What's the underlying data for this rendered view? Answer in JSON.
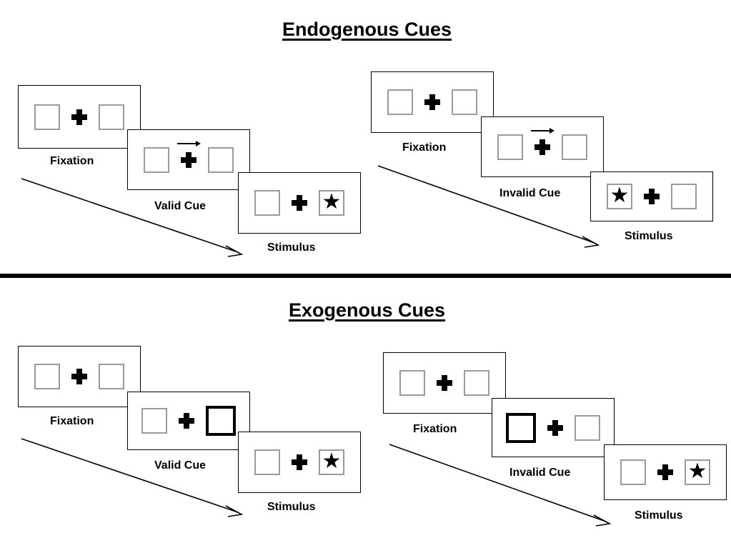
{
  "sections": [
    {
      "id": "endogenous",
      "title": "Endogenous Cues",
      "conditions": [
        {
          "id": "endogenous-valid",
          "cue_type": "arrow",
          "frames": [
            {
              "label": "Fixation",
              "left_content": "empty",
              "right_content": "empty",
              "cue": "none",
              "arrow_direction": ""
            },
            {
              "label": "Valid Cue",
              "left_content": "empty",
              "right_content": "empty",
              "cue": "arrow-right",
              "arrow_direction": "right"
            },
            {
              "label": "Stimulus",
              "left_content": "empty",
              "right_content": "star",
              "cue": "none",
              "arrow_direction": ""
            }
          ]
        },
        {
          "id": "endogenous-invalid",
          "cue_type": "arrow",
          "frames": [
            {
              "label": "Fixation",
              "left_content": "empty",
              "right_content": "empty",
              "cue": "none",
              "arrow_direction": ""
            },
            {
              "label": "Invalid Cue",
              "left_content": "empty",
              "right_content": "empty",
              "cue": "arrow-right",
              "arrow_direction": "right"
            },
            {
              "label": "Stimulus",
              "left_content": "star",
              "right_content": "empty",
              "cue": "none",
              "arrow_direction": ""
            }
          ]
        }
      ]
    },
    {
      "id": "exogenous",
      "title": "Exogenous Cues",
      "conditions": [
        {
          "id": "exogenous-valid",
          "cue_type": "box-flash",
          "frames": [
            {
              "label": "Fixation",
              "left_content": "empty",
              "right_content": "empty",
              "cue": "none",
              "arrow_direction": ""
            },
            {
              "label": "Valid Cue",
              "left_content": "empty",
              "right_content": "cue-box",
              "cue": "right-box",
              "arrow_direction": ""
            },
            {
              "label": "Stimulus",
              "left_content": "empty",
              "right_content": "star",
              "cue": "none",
              "arrow_direction": ""
            }
          ]
        },
        {
          "id": "exogenous-invalid",
          "cue_type": "box-flash",
          "frames": [
            {
              "label": "Fixation",
              "left_content": "empty",
              "right_content": "empty",
              "cue": "none",
              "arrow_direction": ""
            },
            {
              "label": "Invalid Cue",
              "left_content": "cue-box",
              "right_content": "empty",
              "cue": "left-box",
              "arrow_direction": ""
            },
            {
              "label": "Stimulus",
              "left_content": "empty",
              "right_content": "star",
              "cue": "none",
              "arrow_direction": ""
            }
          ]
        }
      ]
    }
  ],
  "glyphs": {
    "star": "★",
    "plus": "✚",
    "arrow_right": "→"
  },
  "colors": {
    "ink": "#000000",
    "background": "#ffffff",
    "placeholder_box_border": "#9a9a9a",
    "cue_box_border": "#000000",
    "panel_border": "#000000",
    "divider": "#000000"
  }
}
